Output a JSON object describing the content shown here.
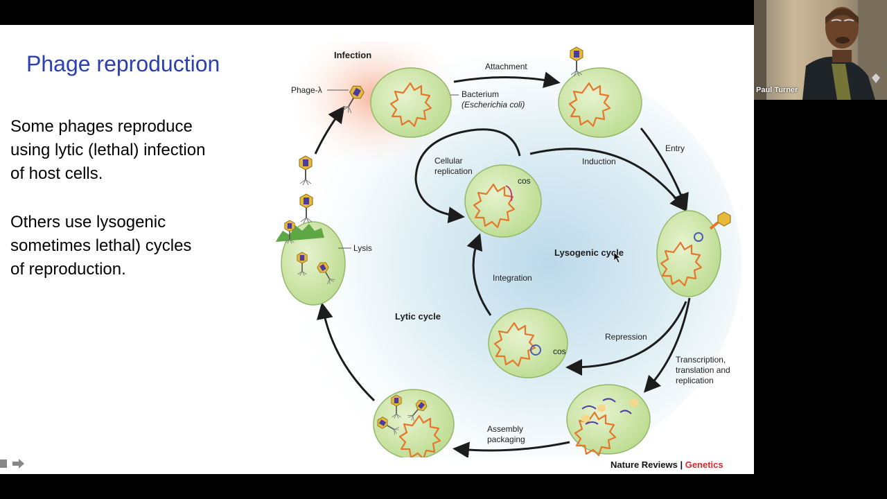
{
  "slide": {
    "title": "Phage reproduction",
    "paragraph1": [
      "Some phages reproduce",
      "using lytic (lethal) infection",
      "of host cells."
    ],
    "paragraph2": [
      "Others use lysogenic",
      "sometimes lethal) cycles",
      "of reproduction."
    ]
  },
  "diagram": {
    "infection": "Infection",
    "phage_lambda": "Phage-λ",
    "attachment": "Attachment",
    "bacterium": "Bacterium",
    "ecoli": "(Escherichia coli)",
    "entry": "Entry",
    "induction": "Induction",
    "cellular_replication": [
      "Cellular",
      "replication"
    ],
    "cos_top": "cos",
    "cos_bottom": "cos",
    "lysis": "Lysis",
    "lysogenic_cycle": "Lysogenic cycle",
    "integration": "Integration",
    "lytic_cycle": "Lytic cycle",
    "repression": "Repression",
    "transcription": [
      "Transcription,",
      "translation and",
      "replication"
    ],
    "assembly": [
      "Assembly",
      "packaging"
    ]
  },
  "credit": {
    "journal": "Nature Reviews",
    "separator": " | ",
    "section": "Genetics"
  },
  "video": {
    "participant_name": "Paul Turner"
  },
  "colors": {
    "title": "#2b3fb0",
    "cell_fill": "#cfe6a6",
    "dna": "#e5772a",
    "phage_head": "#e8b83a",
    "genetics": "#d8282a"
  }
}
